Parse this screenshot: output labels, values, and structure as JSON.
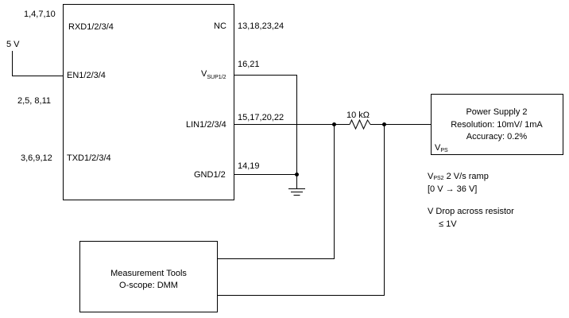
{
  "ic": {
    "pins_left": {
      "rxd_nums": "1,4,7,10",
      "rxd_label": "RXD1/2/3/4",
      "en_label": "EN1/2/3/4",
      "en_nums": "2,5, 8,11",
      "txd_nums": "3,6,9,12",
      "txd_label": "TXD1/2/3/4"
    },
    "pins_right": {
      "nc_label": "NC",
      "nc_nums": "13,18,23,24",
      "vsup_main": "V",
      "vsup_sub": "SUP1/2",
      "vsup_nums": "16,21",
      "lin_label": "LIN1/2/3/4",
      "lin_nums": "15,17,20,22",
      "gnd_label": "GND1/2",
      "gnd_nums": "14,19"
    }
  },
  "supply_5v": "5 V",
  "resistor_label": "10 kΩ",
  "power_supply": {
    "title": "Power Supply 2",
    "resolution": "Resolution: 10mV/ 1mA",
    "accuracy": "Accuracy: 0.2%",
    "vps_main": "V",
    "vps_sub": "PS"
  },
  "notes": {
    "ramp_main": "V",
    "ramp_sub": "PS2",
    "ramp_rest": " 2 V/s ramp",
    "range": "[0 V → 36 V]",
    "drop_line1": "V Drop across resistor",
    "drop_line2": "≤ 1V"
  },
  "measurement": {
    "title": "Measurement Tools",
    "subtitle": "O-scope: DMM"
  }
}
